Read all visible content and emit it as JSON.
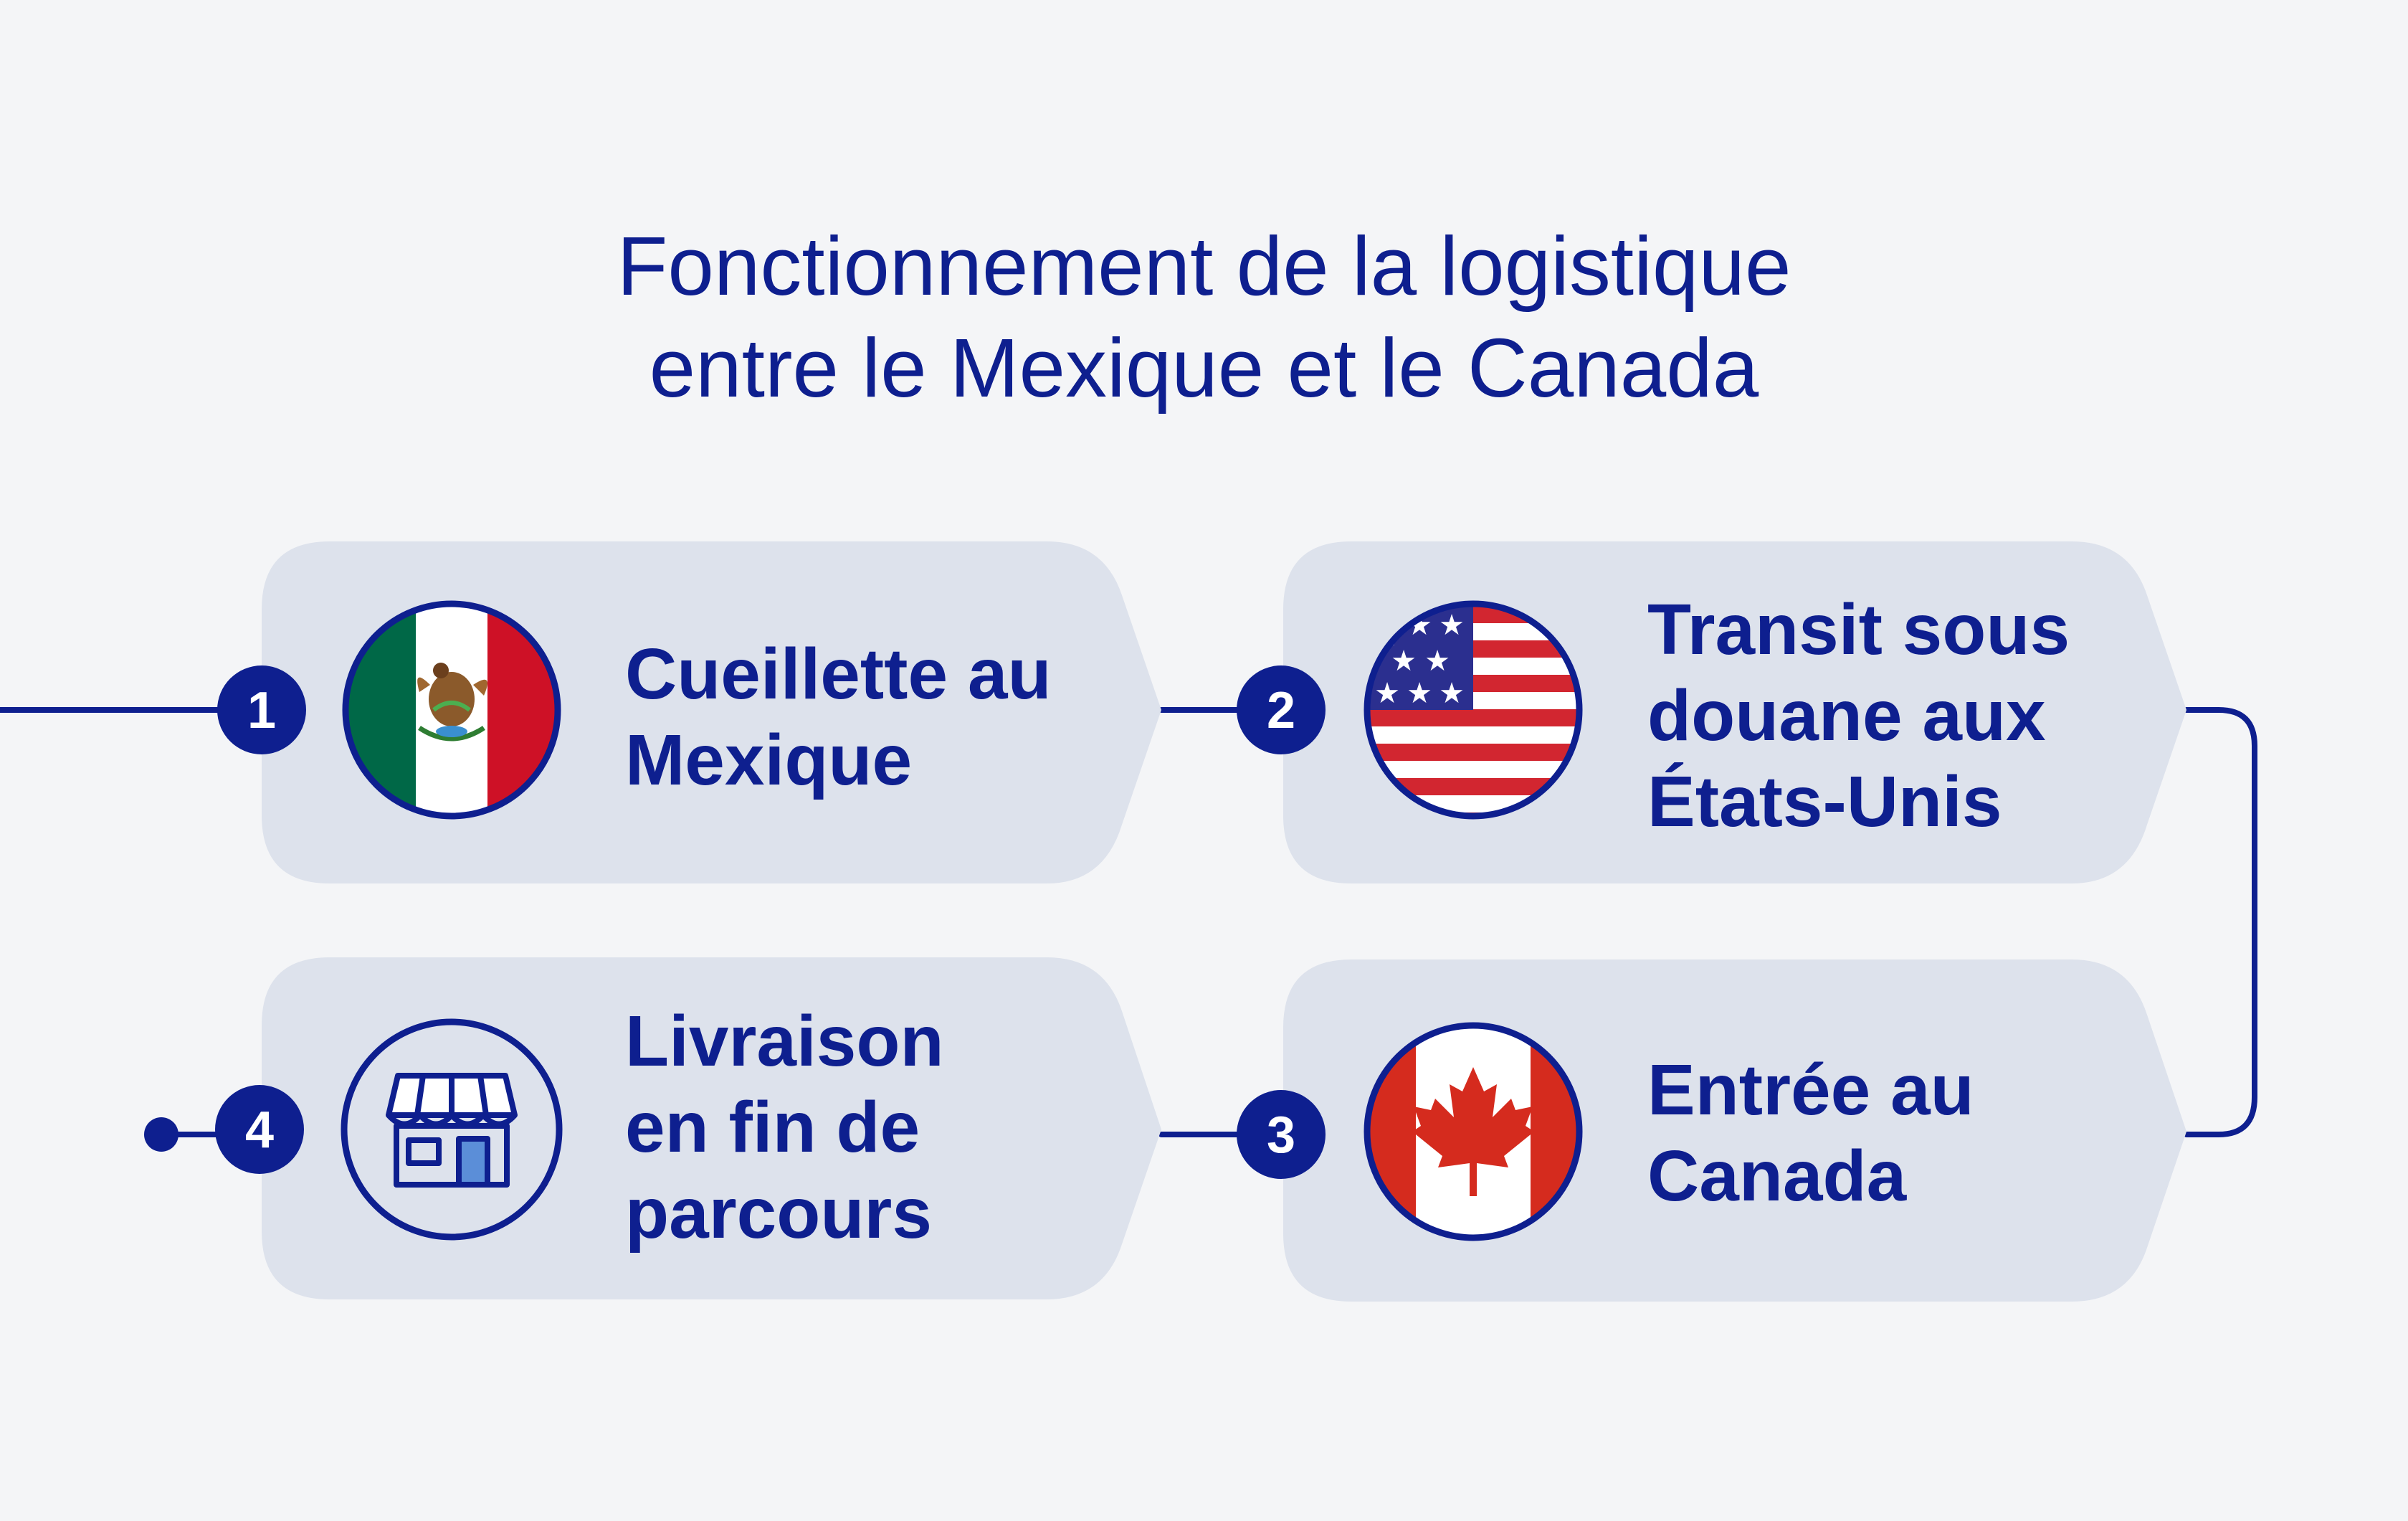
{
  "title": {
    "line1": "Fonctionnement de la logistique",
    "line2": "entre le Mexique et le Canada"
  },
  "colors": {
    "background": "#f4f5f7",
    "card": "#dde2ec",
    "accent": "#0e1f8f"
  },
  "steps": [
    {
      "number": "1",
      "icon": "mexico-flag-icon",
      "lines": [
        "Cueillette au",
        "Mexique"
      ]
    },
    {
      "number": "2",
      "icon": "usa-flag-icon",
      "lines": [
        "Transit sous",
        "douane aux",
        "États-Unis"
      ]
    },
    {
      "number": "3",
      "icon": "canada-flag-icon",
      "lines": [
        "Entrée au",
        "Canada"
      ]
    },
    {
      "number": "4",
      "icon": "storefront-icon",
      "lines": [
        "Livraison",
        "en fin de",
        "parcours"
      ]
    }
  ]
}
